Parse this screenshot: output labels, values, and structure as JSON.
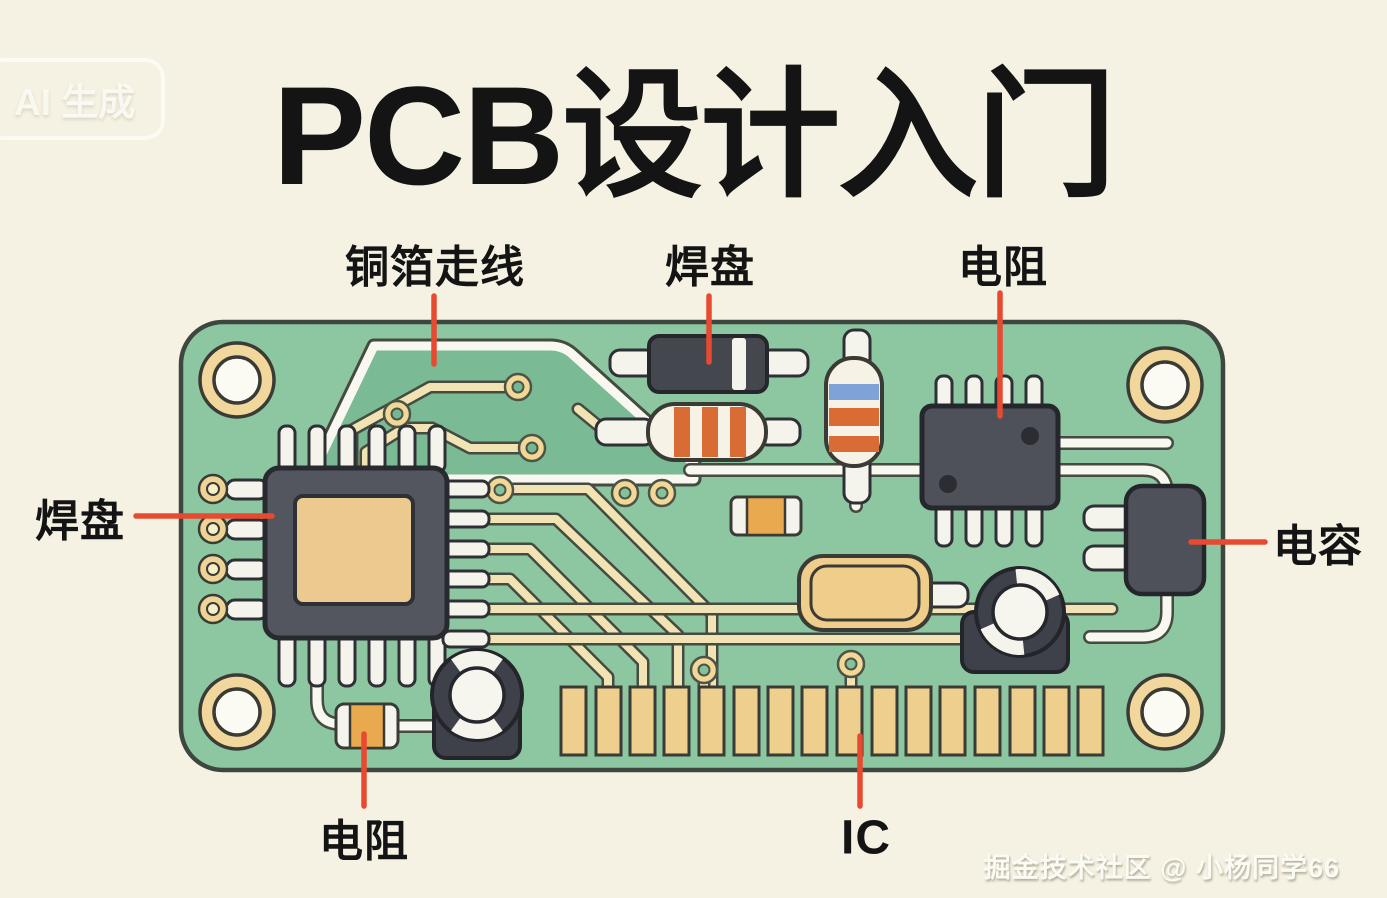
{
  "title": "PCB设计入门",
  "watermarks": {
    "ai_generated": "AI 生成",
    "community": "掘金技术社区 @ 小杨同学66"
  },
  "labels": {
    "copper_trace": "铜箔走线",
    "pad_top": "焊盘",
    "resistor_top": "电阻",
    "pad_left": "焊盘",
    "capacitor_right": "电容",
    "resistor_bottom": "电阻",
    "ic_bottom": "IC"
  },
  "colors": {
    "background": "#f6f2e3",
    "board_green": "#8dc7a1",
    "copper_pour_green": "#7abb95",
    "trace_cream": "#f1e3b4",
    "trace_white": "#f8f7f0",
    "gold_pad": "#efcf8e",
    "component_body_dark": "#4e505a",
    "qfp_inner_gold": "#ecc98e",
    "resistor_stripe_orange": "#d96b35",
    "resistor_stripe_blue": "#7da3d8",
    "smd_resistor_orange": "#e9a94e",
    "leader_line_red": "#e74a31",
    "text_black": "#141414"
  }
}
